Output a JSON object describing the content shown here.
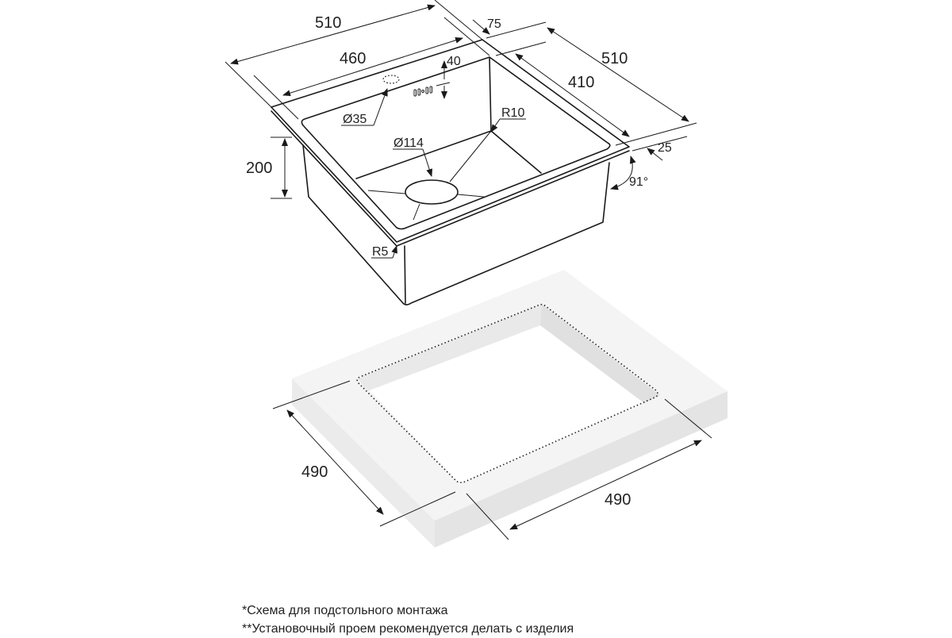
{
  "sink_dimensions": {
    "overall_width": "510",
    "bowl_width": "460",
    "overall_depth": "510",
    "bowl_depth": "410",
    "back_rim": "75",
    "front_rim": "25",
    "faucet_offset": "40",
    "faucet_hole": "Ø35",
    "drain": "Ø114",
    "bowl_height": "200",
    "corner_radius_inner": "R10",
    "corner_radius_rim": "R5",
    "wall_angle": "91°"
  },
  "cutout_dimensions": {
    "depth": "490",
    "width": "490"
  },
  "notes": [
    "*Схема для подстольного монтажа",
    "**Установочный проем рекомендуется делать с изделия"
  ]
}
